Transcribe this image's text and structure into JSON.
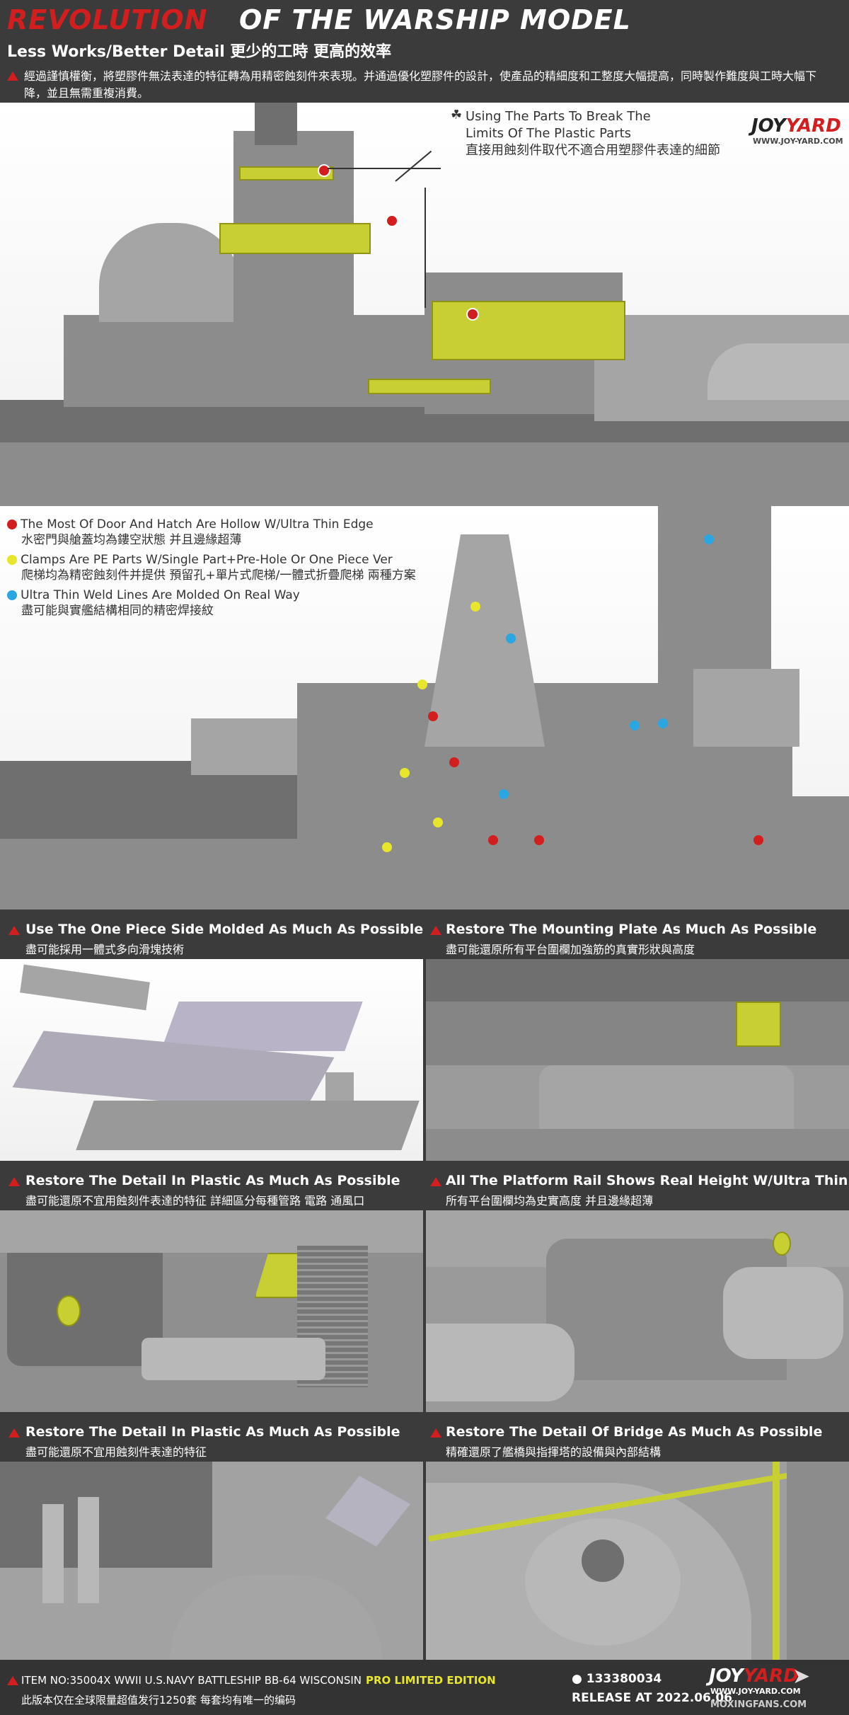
{
  "header": {
    "title_red": "REVOLUTION",
    "title_white": "OF THE WARSHIP MODEL",
    "subtitle": "Less Works/Better Detail  更少的工時 更高的效率",
    "intro": "經過謹慎權衡，將塑膠件無法表達的特征轉為用精密蝕刻件來表現。并通過優化塑膠件的設計，使產品的精細度和工整度大幅提高，同時製作難度與工時大幅下降，並且無需重複消費。"
  },
  "logo": {
    "joy": "JOY",
    "yard": "YARD",
    "url": "WWW.JOY-YARD.COM"
  },
  "callout": {
    "line1": "Using The Parts To Break The",
    "line2": "Limits Of The Plastic Parts",
    "line3": "直接用蝕刻件取代不適合用塑膠件表達的細節"
  },
  "legend": [
    {
      "en": "The Most Of Door And Hatch Are Hollow W/Ultra Thin Edge",
      "zh": "水密門與艙蓋均為鏤空狀態 并且邊緣超薄",
      "color": "#d21e1e"
    },
    {
      "en": "Clamps Are PE Parts W/Single Part+Pre-Hole Or One Piece Ver",
      "zh": "爬梯均為精密蝕刻件并提供 預留孔+單片式爬梯/一體式折疊爬梯 兩種方案",
      "color": "#e8e62a"
    },
    {
      "en": "Ultra Thin Weld Lines Are Molded On Real Way",
      "zh": "盡可能與實艦結構相同的精密焊接紋",
      "color": "#2aa6e0"
    }
  ],
  "sections": [
    {
      "title": "Use The One Piece Side Molded As Much As Possible",
      "sub": "盡可能採用一體式多向滑塊技術"
    },
    {
      "title": "Restore The Mounting Plate As Much As Possible",
      "sub": "盡可能還原所有平台圍欄加強筋的真實形狀與高度"
    },
    {
      "title": "Restore The Detail In Plastic As Much As Possible",
      "sub": "盡可能還原不宜用蝕刻件表達的特征 詳細區分每種管路 電路 通風口"
    },
    {
      "title": "All The Platform Rail Shows Real Height W/Ultra Thin",
      "sub": "所有平台圍欄均為史實高度 并且邊緣超薄"
    },
    {
      "title": "Restore The Detail In Plastic As Much As Possible",
      "sub": "盡可能還原不宜用蝕刻件表達的特征"
    },
    {
      "title": "Restore The Detail Of Bridge As Much As Possible",
      "sub": "精確還原了艦橋與指揮塔的設備與內部結構"
    }
  ],
  "footer": {
    "item": "ITEM NO:35004X  WWII U.S.NAVY BATTLESHIP  BB-64 WISCONSIN",
    "edition": "PRO LIMITED EDITION",
    "limited": "此版本仅在全球限量超值发行1250套 每套均有唯一的编码",
    "qq": "133380034",
    "release": "RELEASE AT 2022.06.06",
    "watermark": "MOXINGFANS.COM"
  }
}
